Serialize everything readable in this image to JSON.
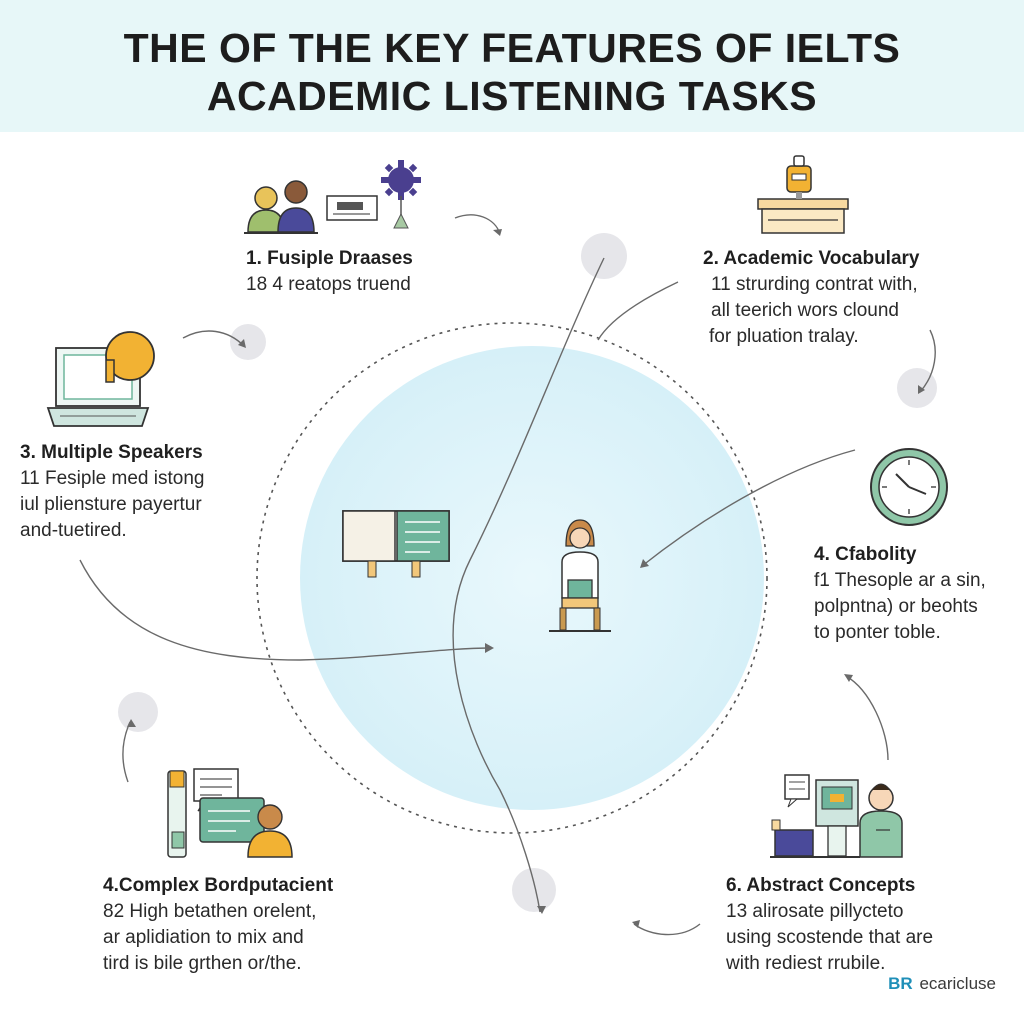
{
  "header": {
    "title_line1": "THE OF THE KEY FEATURES OF IELTS",
    "title_line2": "ACADEMIC LISTENING TASKS"
  },
  "features": [
    {
      "title": "1. Fusiple Draases",
      "lines": [
        "18 4 reatops truend"
      ]
    },
    {
      "title": "2. Academic Vocabulary",
      "lines": [
        "11 strurding contrat with,",
        "all teerich wors clound",
        "for pluation tralay."
      ]
    },
    {
      "title": "3. Multiple Speakers",
      "lines": [
        "11 Fesiple med istong",
        "iul pliensture payertur",
        "and-tuetired."
      ]
    },
    {
      "title": "4. Cfabolity",
      "lines": [
        "f1 Thesople ar a sin,",
        "polpntna) or beohts",
        "to ponter toble."
      ]
    },
    {
      "title": "4.Complex Bordputacient",
      "lines": [
        "82 High betathen orelent,",
        "ar aplidiation to mix and",
        "tird is bile grthen or/the."
      ]
    },
    {
      "title": "6. Abstract Concepts",
      "lines": [
        "13 alirosate pillycteto",
        "using scostende that are",
        "with rediest rrubile."
      ]
    }
  ],
  "brand": {
    "mark": "BR",
    "name": "ecaricluse"
  },
  "colors": {
    "header_bg": "#e7f7f8",
    "circle_fill": "#dff3fa",
    "accent_green": "#6fb59c",
    "accent_yellow": "#f2b233",
    "accent_purple": "#4a4a9a",
    "brand_blue": "#1f8fb8"
  },
  "icons": [
    "people-icon",
    "gear-icon",
    "desk-icon",
    "laptop-icon",
    "clock-icon",
    "book-icon",
    "student-icon",
    "chat-icon",
    "computer-icon"
  ]
}
